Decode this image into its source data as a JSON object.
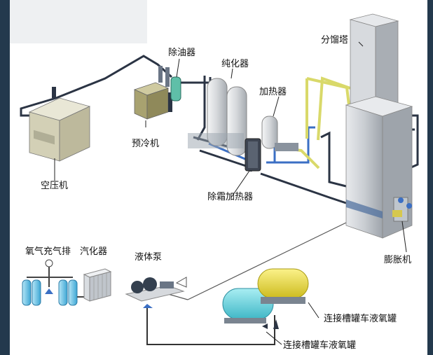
{
  "labels": {
    "compressor": "空压机",
    "precooler": "预冷机",
    "oil_remover": "除油器",
    "purifier": "纯化器",
    "heater": "加热器",
    "defrost_heater": "除霜加热器",
    "column": "分馏塔",
    "expander": "膨胀机",
    "cylinder_fill": "氧气充气排",
    "vaporizer": "汽化器",
    "liquid_pump": "液体泵",
    "tank_connect_top": "连接槽罐车液氧罐",
    "tank_connect_bottom": "连接槽罐车液氧罐"
  },
  "colors": {
    "pipe_dark": "#2b3444",
    "pipe_blue": "#3b6fc4",
    "pipe_yellow": "#d9d96a",
    "tank_cyan": "#6fd9e3",
    "tank_yellow": "#f2e24a",
    "column_gray": "#c9cdd2",
    "precooler_olive": "#a8a270",
    "compressor_beige": "#d3d0b6"
  }
}
